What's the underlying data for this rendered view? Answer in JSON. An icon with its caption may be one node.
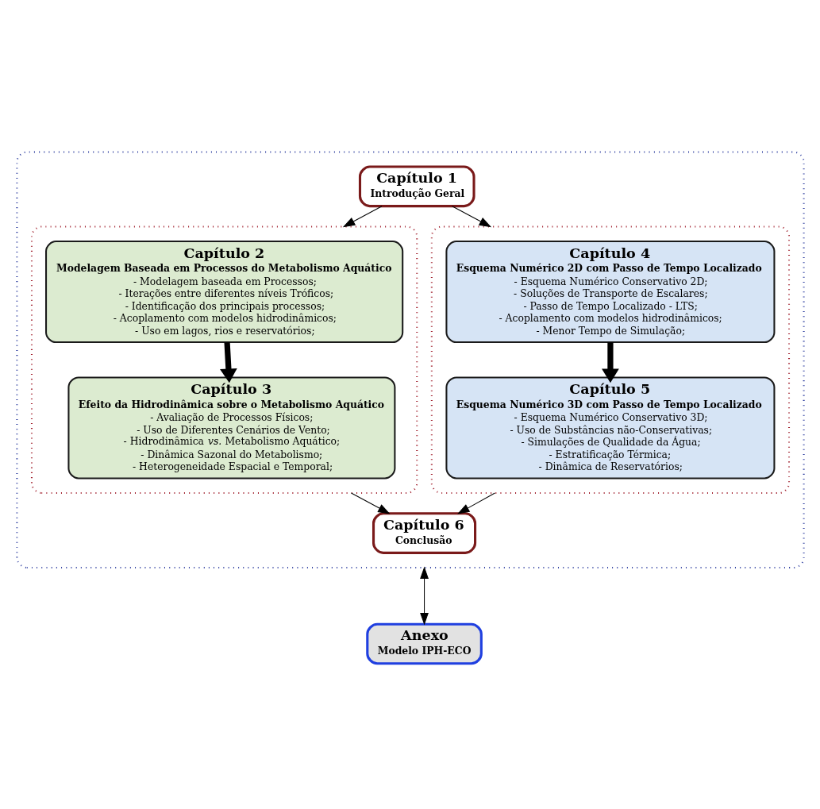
{
  "diagram": {
    "nodes": [
      {
        "text": [],
        "shape": "box"
      },
      {
        "text": [
          "Capítulo 1",
          "Introdução Geral"
        ],
        "in": 0
      },
      {
        "text": [],
        "shape": "box",
        "in": 0
      },
      {
        "text": [
          "Capítulo 2",
          "Modelagem Baseada em Processos do Metabolismo Aquático",
          "- Modelagem baseada em Processos;",
          "- Iterações entre diferentes níveis Tróficos;",
          "- Identificação dos principais processos;",
          "- Acoplamento com modelos hidrodinâmicos;",
          "- Uso em lagos, rios e reservatórios;"
        ],
        "in": 2
      },
      {
        "text": [
          "Capítulo 3",
          "Efeito da Hidrodinâmica sobre o Metabolismo Aquático",
          "- Avaliação de Processos Físicos;",
          "- Uso de Diferentes Cenários de Vento;",
          "- Hidrodinâmica *vs.* Metabolismo Aquático;",
          "- Dinâmica Sazonal do Metabolismo;",
          "- Heterogeneidade Espacial e Temporal;"
        ],
        "in": 2
      },
      {
        "text": [],
        "shape": "box",
        "in": 0
      },
      {
        "text": [
          "Capítulo 4",
          "Esquema Numérico 2D com Passo de Tempo Localizado",
          "- Esquema Numérico Conservativo 2D;",
          "- Soluções de Transporte de Escalares;",
          "- Passo de Tempo Localizado - LTS;",
          "- Acoplamento com modelos hidrodinâmicos;",
          "- Menor Tempo de Simulação;"
        ],
        "in": 5
      },
      {
        "text": [
          "Capítulo 5",
          "Esquema Numérico 3D com Passo de Tempo Localizado",
          "- Esquema Numérico Conservativo 3D;",
          "- Uso de Substâncias não-Conservativas;",
          "- Simulações de Qualidade da Água;",
          "- Estratificação Térmica;",
          "- Dinâmica de Reservatórios;"
        ],
        "in": 5
      },
      {
        "text": [
          "Capítulo 6",
          "Conclusão"
        ],
        "in": 0
      },
      {
        "text": [
          "Anexo",
          "Modelo IPH-ECO"
        ]
      }
    ],
    "edges": [
      {
        "from": 1,
        "to": 2,
        "arrow": "to"
      },
      {
        "from": 1,
        "to": 5,
        "arrow": "to"
      },
      {
        "from": 3,
        "to": 4,
        "arrow": "to",
        "style": "thick"
      },
      {
        "from": 6,
        "to": 7,
        "arrow": "to",
        "style": "thick"
      },
      {
        "from": 2,
        "to": 8,
        "arrow": "to"
      },
      {
        "from": 5,
        "to": 8,
        "arrow": "to"
      },
      {
        "from": 9,
        "to": 0,
        "arrow": "both"
      }
    ]
  }
}
